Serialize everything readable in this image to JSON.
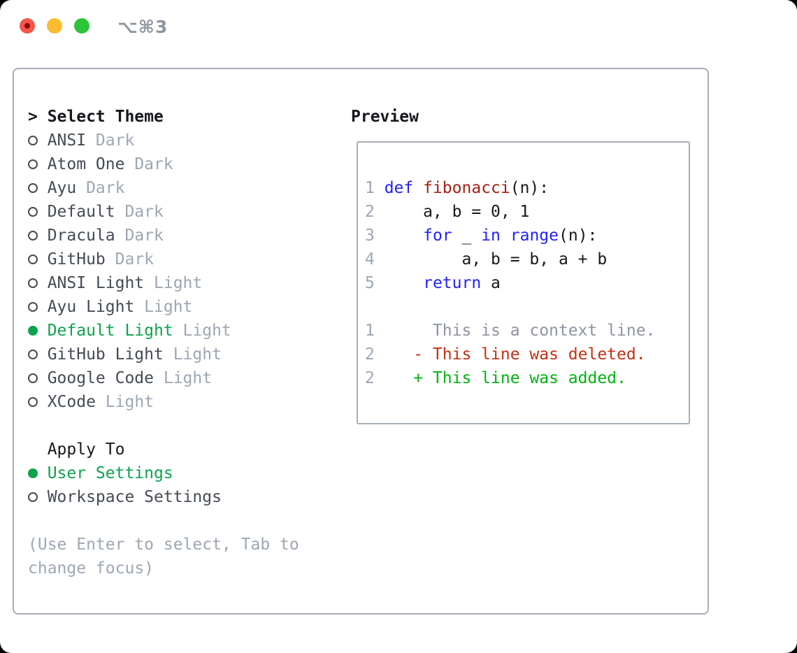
{
  "window": {
    "title": "⌥⌘3",
    "traffic_lights": [
      {
        "name": "close"
      },
      {
        "name": "minimize"
      },
      {
        "name": "zoom"
      }
    ]
  },
  "theme_picker": {
    "header": {
      "prefix": ">",
      "label": "Select Theme"
    },
    "items": [
      {
        "name": "ANSI",
        "variant": "Dark",
        "selected": false
      },
      {
        "name": "Atom One",
        "variant": "Dark",
        "selected": false
      },
      {
        "name": "Ayu",
        "variant": "Dark",
        "selected": false
      },
      {
        "name": "Default",
        "variant": "Dark",
        "selected": false
      },
      {
        "name": "Dracula",
        "variant": "Dark",
        "selected": false
      },
      {
        "name": "GitHub",
        "variant": "Dark",
        "selected": false
      },
      {
        "name": "ANSI Light",
        "variant": "Light",
        "selected": false
      },
      {
        "name": "Ayu Light",
        "variant": "Light",
        "selected": false
      },
      {
        "name": "Default Light",
        "variant": "Light",
        "selected": true
      },
      {
        "name": "GitHub Light",
        "variant": "Light",
        "selected": false
      },
      {
        "name": "Google Code",
        "variant": "Light",
        "selected": false
      },
      {
        "name": "XCode",
        "variant": "Light",
        "selected": false
      }
    ],
    "apply_to": {
      "label": "Apply To",
      "options": [
        {
          "label": "User Settings",
          "selected": true
        },
        {
          "label": "Workspace Settings",
          "selected": false
        }
      ]
    },
    "hint": "(Use Enter to select, Tab to change focus)"
  },
  "preview": {
    "label": "Preview",
    "rows": [
      {
        "no": "1",
        "tokens": [
          {
            "t": " ",
            "c": "pl"
          },
          {
            "t": "def",
            "c": "kw"
          },
          {
            "t": " ",
            "c": "pl"
          },
          {
            "t": "fibonacci",
            "c": "fn"
          },
          {
            "t": "(n):",
            "c": "pl"
          }
        ]
      },
      {
        "no": "2",
        "tokens": [
          {
            "t": "     a, b = 0, 1",
            "c": "pl"
          }
        ]
      },
      {
        "no": "3",
        "tokens": [
          {
            "t": "     ",
            "c": "pl"
          },
          {
            "t": "for",
            "c": "kw"
          },
          {
            "t": " _ ",
            "c": "pl"
          },
          {
            "t": "in",
            "c": "kw"
          },
          {
            "t": " ",
            "c": "pl"
          },
          {
            "t": "range",
            "c": "kw"
          },
          {
            "t": "(n):",
            "c": "pl"
          }
        ]
      },
      {
        "no": "4",
        "tokens": [
          {
            "t": "         a, b = b, a + b",
            "c": "pl"
          }
        ]
      },
      {
        "no": "5",
        "tokens": [
          {
            "t": "     ",
            "c": "pl"
          },
          {
            "t": "return",
            "c": "kw"
          },
          {
            "t": " a",
            "c": "pl"
          }
        ]
      },
      {
        "no": "",
        "tokens": []
      },
      {
        "no": "1",
        "tokens": [
          {
            "t": "      This is a context line.",
            "c": "ctx"
          }
        ]
      },
      {
        "no": "2",
        "tokens": [
          {
            "t": "    ",
            "c": "pl"
          },
          {
            "t": "- This line was deleted.",
            "c": "del"
          }
        ]
      },
      {
        "no": "2",
        "tokens": [
          {
            "t": "    ",
            "c": "pl"
          },
          {
            "t": "+ This line was added.",
            "c": "add"
          }
        ]
      }
    ]
  },
  "colors": {
    "selected_green": "#0ba44c",
    "added_green": "#00b410",
    "deleted_red": "#c62f12",
    "keyword_blue": "#2121ff",
    "function_red": "#a51f14",
    "code_plain": "#17191c",
    "context_gray": "#8e959e",
    "muted_gray": "#9da7b3",
    "text_dark": "#15181c",
    "item_gray": "#454b54",
    "border_gray": "#a6aeb8",
    "titlebar_gray": "#8e959f",
    "traffic_red": "#f4554a",
    "traffic_red_dot": "#8b0b06",
    "traffic_yellow": "#fdbc2f",
    "traffic_green": "#2cc538"
  }
}
